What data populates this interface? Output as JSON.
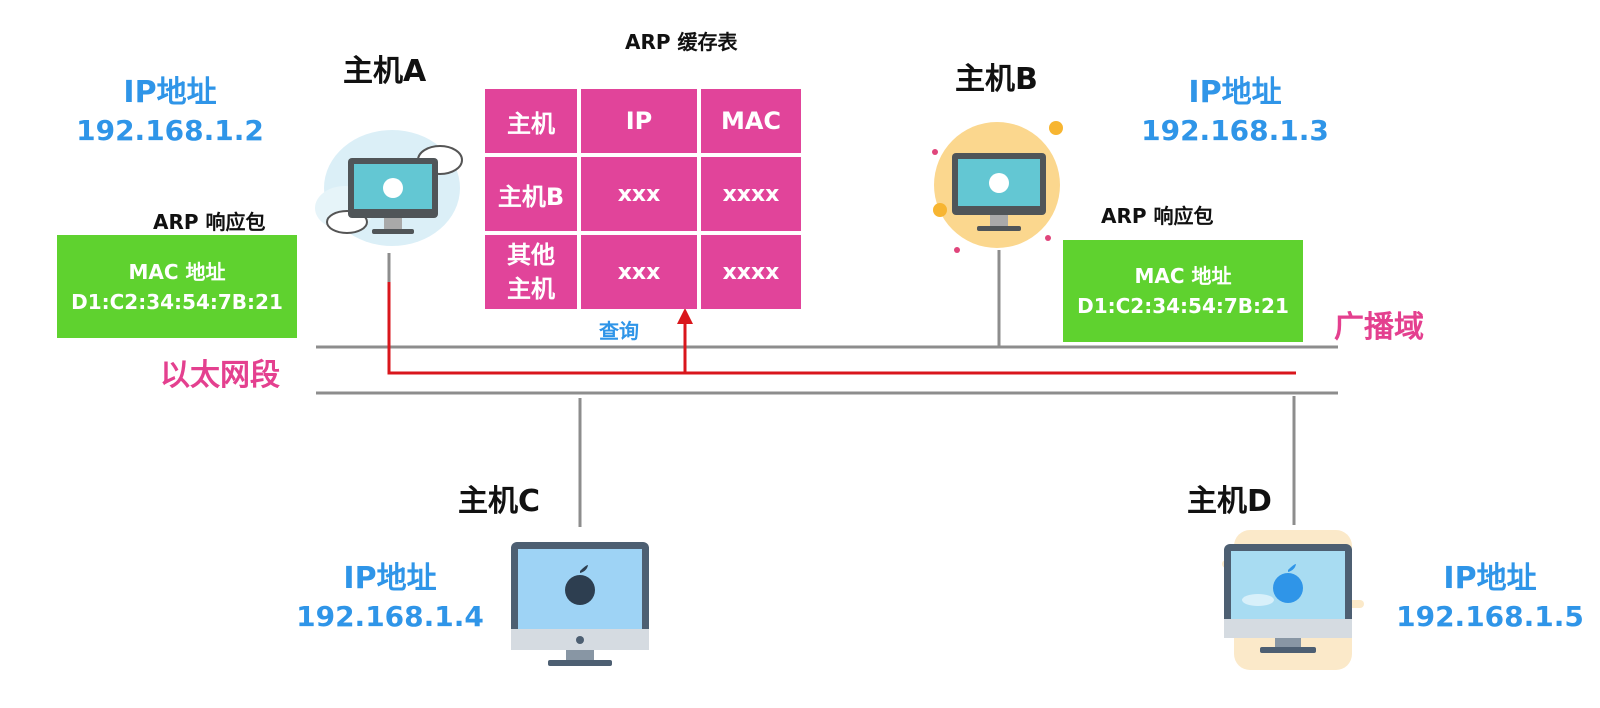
{
  "segment_label": "以太网段",
  "broadcast_label": "广播域",
  "hosts": {
    "a": {
      "name": "主机A",
      "ip_label": "IP地址",
      "ip": "192.168.1.2",
      "icon": "imac-cloud-icon"
    },
    "b": {
      "name": "主机B",
      "ip_label": "IP地址",
      "ip": "192.168.1.3",
      "icon": "imac-sun-icon"
    },
    "c": {
      "name": "主机C",
      "ip_label": "IP地址",
      "ip": "192.168.1.4",
      "icon": "imac-icon"
    },
    "d": {
      "name": "主机D",
      "ip_label": "IP地址",
      "ip": "192.168.1.5",
      "icon": "imac-blue-icon"
    }
  },
  "arp_table": {
    "title": "ARP  缓存表",
    "headers": [
      "主机",
      "IP",
      "MAC"
    ],
    "rows": [
      [
        "主机B",
        "xxx",
        "xxxx"
      ],
      [
        "其他\n主机",
        "xxx",
        "xxxx"
      ]
    ],
    "color": "#e1449a"
  },
  "query_label": "查询",
  "responses": {
    "left": {
      "title": "ARP  响应包",
      "line1": "MAC 地址",
      "line2": "D1:C2:34:54:7B:21"
    },
    "right": {
      "title": "ARP  响应包",
      "line1": "MAC 地址",
      "line2": "D1:C2:34:54:7B:21"
    }
  },
  "colors": {
    "ip": "#2f95e8",
    "segment": "#e4408f",
    "response_box": "#5fd22f",
    "broadcast_line": "#d9161c",
    "bus": "#8d8d8d"
  }
}
